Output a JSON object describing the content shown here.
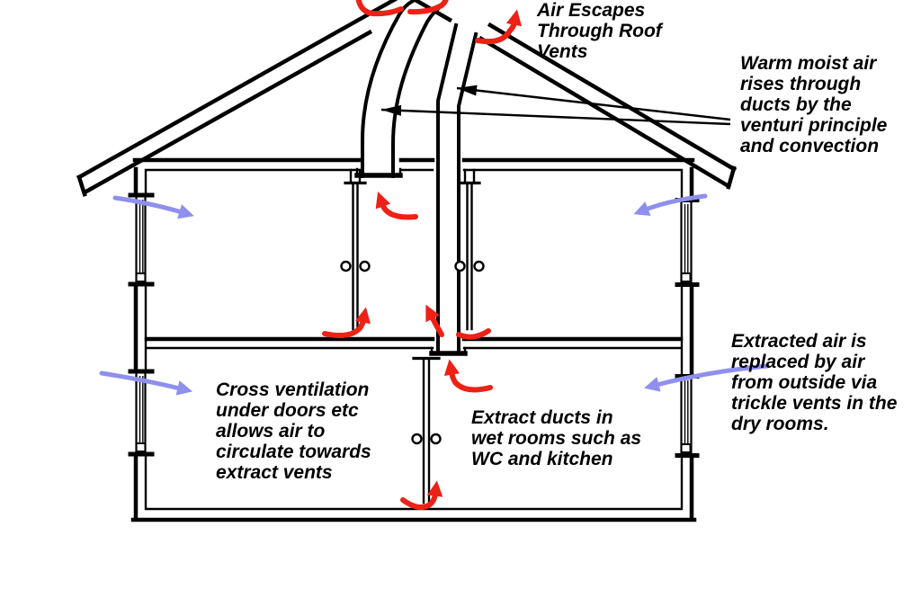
{
  "colors": {
    "background": "#ffffff",
    "outline": "#000000",
    "text": "#000000",
    "extract_air": "#ed2115",
    "fresh_air": "#8f8fee"
  },
  "labels": {
    "air_escapes": {
      "lines": [
        "Air Escapes",
        "Through Roof",
        "Vents"
      ]
    },
    "warm_air": {
      "lines": [
        "Warm moist air",
        "rises through",
        "ducts by the",
        "venturi principle",
        "and convection"
      ]
    },
    "cross_ventilation": {
      "lines": [
        "Cross ventilation",
        "under doors etc",
        "allows air to",
        "circulate towards",
        "extract vents"
      ]
    },
    "extract_ducts": {
      "lines": [
        "Extract ducts in",
        "wet rooms such as",
        "WC and kitchen"
      ]
    },
    "extracted_air": {
      "lines": [
        "Extracted air is",
        "replaced by air",
        "from outside via",
        "trickle vents in the",
        "dry rooms."
      ]
    }
  }
}
